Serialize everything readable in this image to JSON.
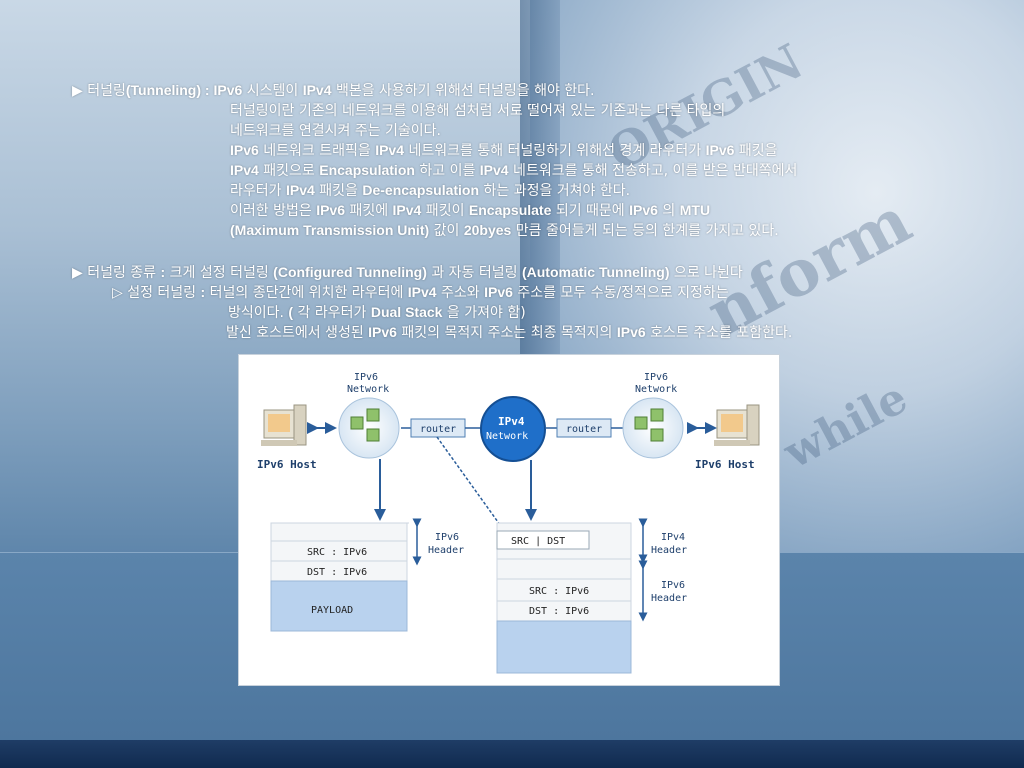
{
  "lines": [
    {
      "parts": [
        [
          "▶ 터널링",
          0
        ],
        [
          "(Tunneling) : IPv6",
          1
        ],
        [
          " 시스템이 ",
          0
        ],
        [
          "IPv4",
          1
        ],
        [
          " 백본을 사용하기 위해선 터널링을 해야 한다.",
          0
        ]
      ]
    },
    {
      "parts": [
        [
          "터널링이란 기존의 네트워크를 이용해 섬처럼 서로 떨어져 있는 기존과는 다른 타입의",
          0
        ]
      ]
    },
    {
      "parts": [
        [
          "네트워크를 연결시켜 주는 기술이다.",
          0
        ]
      ]
    },
    {
      "parts": [
        [
          "IPv6",
          1
        ],
        [
          " 네트워크 트래픽을 ",
          0
        ],
        [
          "IPv4",
          1
        ],
        [
          " 네트워크를 통해 터널링하기 위해선 경계 라우터가 ",
          0
        ],
        [
          "IPv6",
          1
        ],
        [
          " 패킷을",
          0
        ]
      ]
    },
    {
      "parts": [
        [
          "IPv4",
          1
        ],
        [
          " 패킷으로 ",
          0
        ],
        [
          "Encapsulation",
          1
        ],
        [
          " 하고 이를 ",
          0
        ],
        [
          "IPv4",
          1
        ],
        [
          " 네트워크를 통해 전송하고, 이를 받은 반대쪽에서",
          0
        ]
      ]
    },
    {
      "parts": [
        [
          "라우터가 ",
          0
        ],
        [
          "IPv4",
          1
        ],
        [
          " 패킷을 ",
          0
        ],
        [
          "De-encapsulation",
          1
        ],
        [
          " 하는 과정을 거쳐야 한다.",
          0
        ]
      ]
    },
    {
      "parts": [
        [
          "이러한 방법은 ",
          0
        ],
        [
          "IPv6",
          1
        ],
        [
          " 패킷에 ",
          0
        ],
        [
          "IPv4",
          1
        ],
        [
          " 패킷이 ",
          0
        ],
        [
          "Encapsulate",
          1
        ],
        [
          " 되기 때문에 ",
          0
        ],
        [
          "IPv6",
          1
        ],
        [
          " 의 ",
          0
        ],
        [
          "MTU",
          1
        ]
      ]
    },
    {
      "parts": [
        [
          "(Maximum Transmission Unit)",
          1
        ],
        [
          " 값이 ",
          0
        ],
        [
          "20byes",
          1
        ],
        [
          " 만큼 줄어들게 되는 등의 한계를 가지고 있다.",
          0
        ]
      ]
    },
    {
      "parts": [
        [
          "▶ 터널링 종류 ",
          0
        ],
        [
          ":",
          1
        ],
        [
          " 크게 설정 터널링 ",
          0
        ],
        [
          "(Configured Tunneling)",
          1
        ],
        [
          " 과 자동 터널링 ",
          0
        ],
        [
          "(Automatic Tunneling)",
          1
        ],
        [
          " 으로 나뉜다",
          0
        ]
      ]
    },
    {
      "parts": [
        [
          "▷ 설정 터널링 ",
          0
        ],
        [
          ":",
          1
        ],
        [
          " 터널의 종단간에 위치한 라우터에 ",
          0
        ],
        [
          "IPv4",
          1
        ],
        [
          " 주소와 ",
          0
        ],
        [
          "IPv6",
          1
        ],
        [
          " 주소를 모두 수동/정적으로 지정하는",
          0
        ]
      ]
    },
    {
      "parts": [
        [
          "방식이다. ",
          0
        ],
        [
          "(",
          1
        ],
        [
          " 각 라우터가 ",
          0
        ],
        [
          "Dual Stack",
          1
        ],
        [
          " 을 가져야 함)",
          0
        ]
      ]
    },
    {
      "parts": [
        [
          "발신 호스트에서 생성된 ",
          0
        ],
        [
          "IPv6",
          1
        ],
        [
          " 패킷의 목적지 주소는 최종 목적지의 ",
          0
        ],
        [
          "IPv6",
          1
        ],
        [
          " 호스트 주소를 포함한다.",
          0
        ]
      ]
    }
  ],
  "diagram": {
    "left_network": "IPv6\nNetwork",
    "right_network": "IPv6\nNetwork",
    "center_network": "IPv4\nNetwork",
    "router_left": "router",
    "router_right": "router",
    "host_left": "IPv6 Host",
    "host_right": "IPv6 Host",
    "left_packet": {
      "src": "SRC : IPv6",
      "dst": "DST : IPv6",
      "payload": "PAYLOAD",
      "header_label": "IPv6\nHeader"
    },
    "right_packet": {
      "outer": "SRC | DST",
      "src": "SRC : IPv6",
      "dst": "DST : IPv6",
      "ipv4_header_label": "IPv4\nHeader",
      "ipv6_header_label": "IPv6\nHeader"
    },
    "colors": {
      "ipv4_circle": "#1f6fc9",
      "payload": "#b9d2ee",
      "router_box": "#dde9f5",
      "accent_line": "#2a5d9a"
    }
  }
}
